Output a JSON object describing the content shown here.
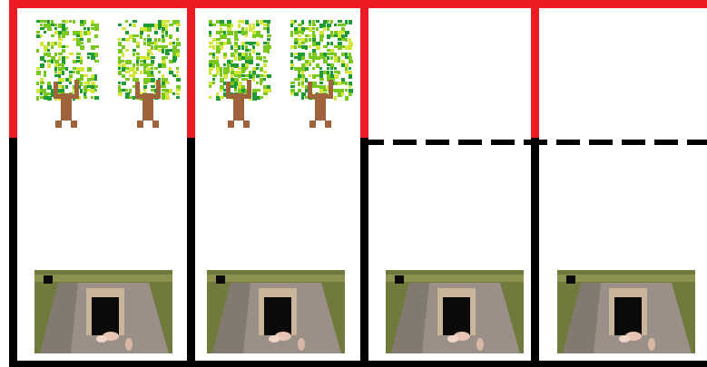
{
  "colors": {
    "background": "#ffffff",
    "top_wall": "#ed1c24",
    "bottom_wall": "#000000",
    "tree_trunk": "#a0643c",
    "leaf_dark": "#1e9b32",
    "leaf_mid": "#78c81e",
    "leaf_light": "#d2e63c",
    "kennel_concrete": "#9a9088",
    "kennel_shadow": "#6f675f",
    "kennel_frame": "#c9b59a",
    "kennel_opening": "#0c0a08",
    "grass": "#6f7a3c",
    "grass_light": "#a2a25a"
  },
  "grid": {
    "columns": 4,
    "upper_compartments": [
      {
        "id": "upper-1",
        "contents": [
          "tree",
          "tree"
        ],
        "bottom_wall": "open-red"
      },
      {
        "id": "upper-2",
        "contents": [
          "tree",
          "tree"
        ],
        "bottom_wall": "open-red"
      },
      {
        "id": "upper-3",
        "contents": [],
        "bottom_wall": "dashed-black"
      },
      {
        "id": "upper-4",
        "contents": [],
        "bottom_wall": "dashed-black"
      }
    ],
    "lower_compartments": [
      {
        "id": "lower-1",
        "contents": [
          "kennel-photo"
        ]
      },
      {
        "id": "lower-2",
        "contents": [
          "kennel-photo"
        ]
      },
      {
        "id": "lower-3",
        "contents": [
          "kennel-photo"
        ]
      },
      {
        "id": "lower-4",
        "contents": [
          "kennel-photo"
        ]
      }
    ]
  },
  "icons": {
    "tree": "pixel-tree-icon",
    "kennel": "kennel-photo"
  }
}
